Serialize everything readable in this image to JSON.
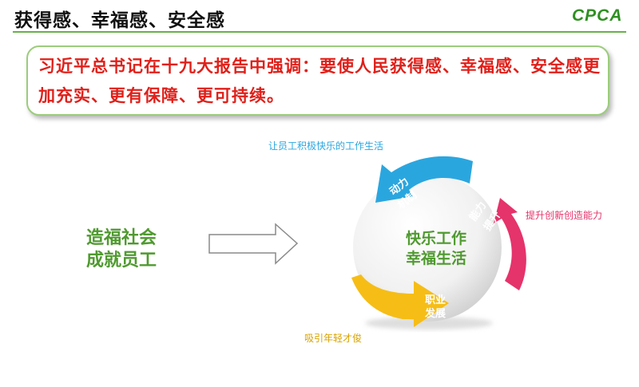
{
  "header": {
    "title": "获得感、幸福感、安全感",
    "logo": "CPCA"
  },
  "quote": {
    "text": "习近平总书记在十九大报告中强调：要使人民获得感、幸福感、安全感更加充实、更有保障、更可持续。"
  },
  "left": {
    "line1": "造福社会",
    "line2": "成就员工"
  },
  "cycle": {
    "center_line1": "快乐工作",
    "center_line2": "幸福生活",
    "arrows": [
      {
        "label1": "动力",
        "label2": "机制",
        "caption": "让员工积极快乐的工作生活",
        "color": "#2aa6df"
      },
      {
        "label1": "能力",
        "label2": "提升",
        "caption": "提升创新创造能力",
        "color": "#e5336b"
      },
      {
        "label1": "职业",
        "label2": "发展",
        "caption": "吸引年轻才俊",
        "color": "#f6bd16"
      }
    ]
  },
  "colors": {
    "accent_green": "#4f9a2f",
    "quote_red": "#e0201a",
    "arrow_outline": "#8a8a8a"
  }
}
